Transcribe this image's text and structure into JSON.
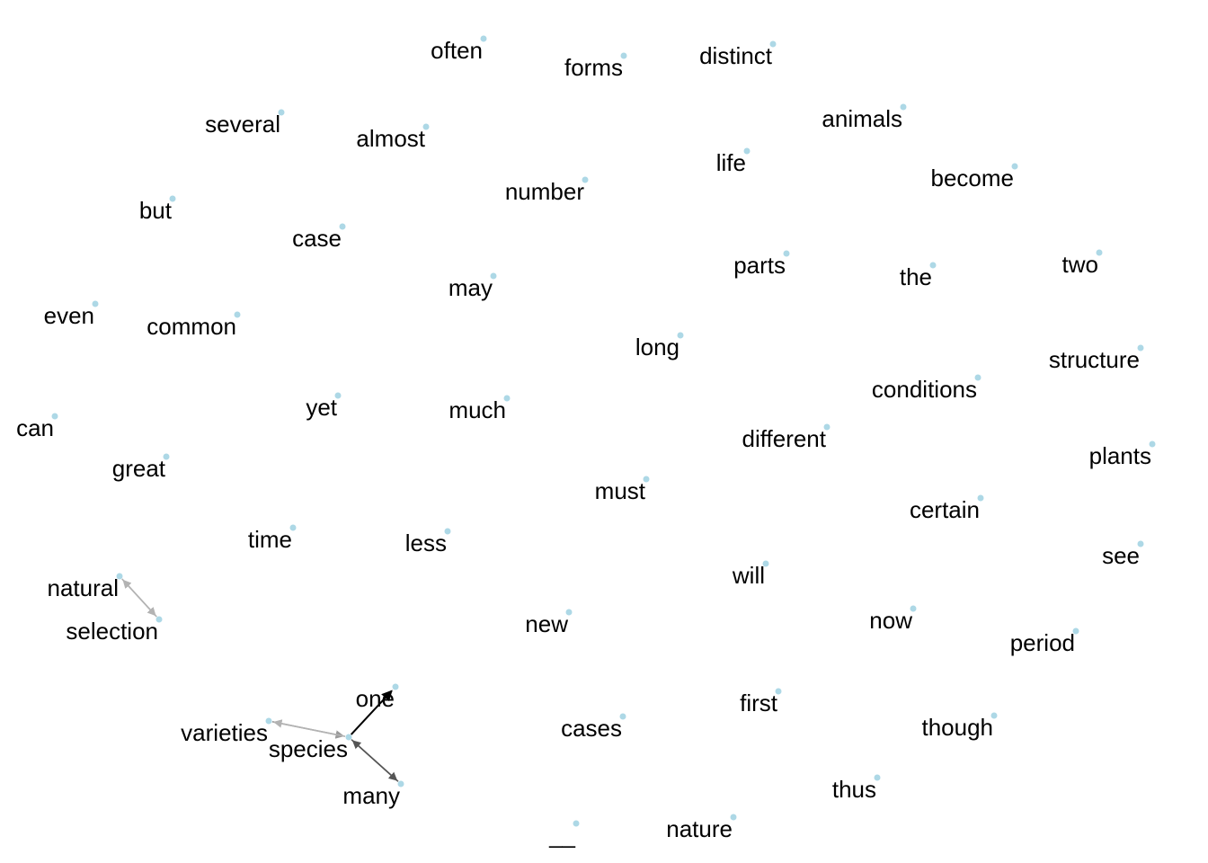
{
  "graph": {
    "node_color": "#add8e6",
    "label_color": "#000000",
    "edge_colors": [
      "#000000",
      "#555555",
      "#999999",
      "#b3b3b3"
    ],
    "nodes": [
      {
        "id": "often",
        "label": "often"
      },
      {
        "id": "forms",
        "label": "forms"
      },
      {
        "id": "distinct",
        "label": "distinct"
      },
      {
        "id": "several",
        "label": "several"
      },
      {
        "id": "almost",
        "label": "almost"
      },
      {
        "id": "animals",
        "label": "animals"
      },
      {
        "id": "life",
        "label": "life"
      },
      {
        "id": "become",
        "label": "become"
      },
      {
        "id": "number",
        "label": "number"
      },
      {
        "id": "but",
        "label": "but"
      },
      {
        "id": "case",
        "label": "case"
      },
      {
        "id": "parts",
        "label": "parts"
      },
      {
        "id": "the",
        "label": "the"
      },
      {
        "id": "two",
        "label": "two"
      },
      {
        "id": "may",
        "label": "may"
      },
      {
        "id": "even",
        "label": "even"
      },
      {
        "id": "common",
        "label": "common"
      },
      {
        "id": "long",
        "label": "long"
      },
      {
        "id": "structure",
        "label": "structure"
      },
      {
        "id": "conditions",
        "label": "conditions"
      },
      {
        "id": "yet",
        "label": "yet"
      },
      {
        "id": "much",
        "label": "much"
      },
      {
        "id": "can",
        "label": "can"
      },
      {
        "id": "different",
        "label": "different"
      },
      {
        "id": "plants",
        "label": "plants"
      },
      {
        "id": "great",
        "label": "great"
      },
      {
        "id": "must",
        "label": "must"
      },
      {
        "id": "certain",
        "label": "certain"
      },
      {
        "id": "time",
        "label": "time"
      },
      {
        "id": "less",
        "label": "less"
      },
      {
        "id": "see",
        "label": "see"
      },
      {
        "id": "will",
        "label": "will"
      },
      {
        "id": "natural",
        "label": "natural"
      },
      {
        "id": "selection",
        "label": "selection"
      },
      {
        "id": "new",
        "label": "new"
      },
      {
        "id": "now",
        "label": "now"
      },
      {
        "id": "period",
        "label": "period"
      },
      {
        "id": "one",
        "label": "one"
      },
      {
        "id": "first",
        "label": "first"
      },
      {
        "id": "varieties",
        "label": "varieties"
      },
      {
        "id": "cases",
        "label": "cases"
      },
      {
        "id": "though",
        "label": "though"
      },
      {
        "id": "species",
        "label": "species"
      },
      {
        "id": "thus",
        "label": "thus"
      },
      {
        "id": "many",
        "label": "many"
      },
      {
        "id": "blank",
        "label": "__"
      },
      {
        "id": "nature",
        "label": "nature"
      }
    ],
    "edges": [
      {
        "from": "natural",
        "to": "selection",
        "color": "#b3b3b3"
      },
      {
        "from": "selection",
        "to": "natural",
        "color": "#b3b3b3"
      },
      {
        "from": "varieties",
        "to": "species",
        "color": "#999999"
      },
      {
        "from": "species",
        "to": "varieties",
        "color": "#b3b3b3"
      },
      {
        "from": "species",
        "to": "one",
        "color": "#000000"
      },
      {
        "from": "many",
        "to": "species",
        "color": "#555555"
      },
      {
        "from": "species",
        "to": "many",
        "color": "#555555"
      }
    ]
  }
}
